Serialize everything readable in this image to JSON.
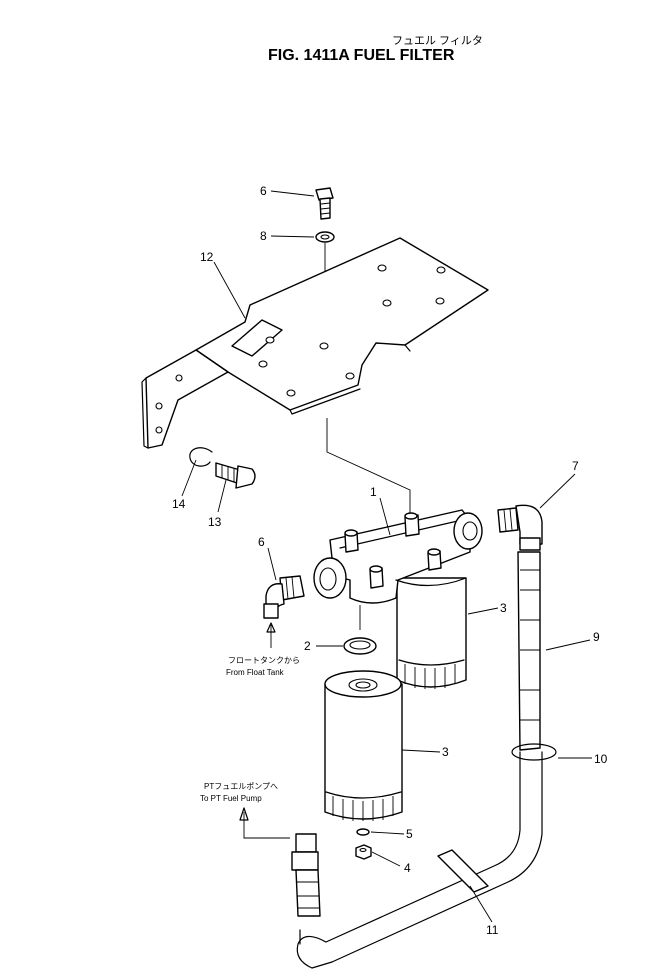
{
  "figure": {
    "title_jp": "フュエル フィルタ",
    "title": "FIG. 1411A   FUEL  FILTER"
  },
  "callouts": [
    {
      "id": "c1",
      "label": "1"
    },
    {
      "id": "c2",
      "label": "2"
    },
    {
      "id": "c3a",
      "label": "3"
    },
    {
      "id": "c3b",
      "label": "3"
    },
    {
      "id": "c4",
      "label": "4"
    },
    {
      "id": "c5",
      "label": "5"
    },
    {
      "id": "c6a",
      "label": "6"
    },
    {
      "id": "c6b",
      "label": "6"
    },
    {
      "id": "c7",
      "label": "7"
    },
    {
      "id": "c8",
      "label": "8"
    },
    {
      "id": "c9",
      "label": "9"
    },
    {
      "id": "c10",
      "label": "10"
    },
    {
      "id": "c11",
      "label": "11"
    },
    {
      "id": "c12",
      "label": "12"
    },
    {
      "id": "c13",
      "label": "13"
    },
    {
      "id": "c14",
      "label": "14"
    }
  ],
  "notes": {
    "float_tank_jp": "フロートタンクから",
    "float_tank_en": "From Float Tank",
    "pt_pump_jp": "PTフュエルポンプへ",
    "pt_pump_en": "To PT Fuel Pump"
  }
}
